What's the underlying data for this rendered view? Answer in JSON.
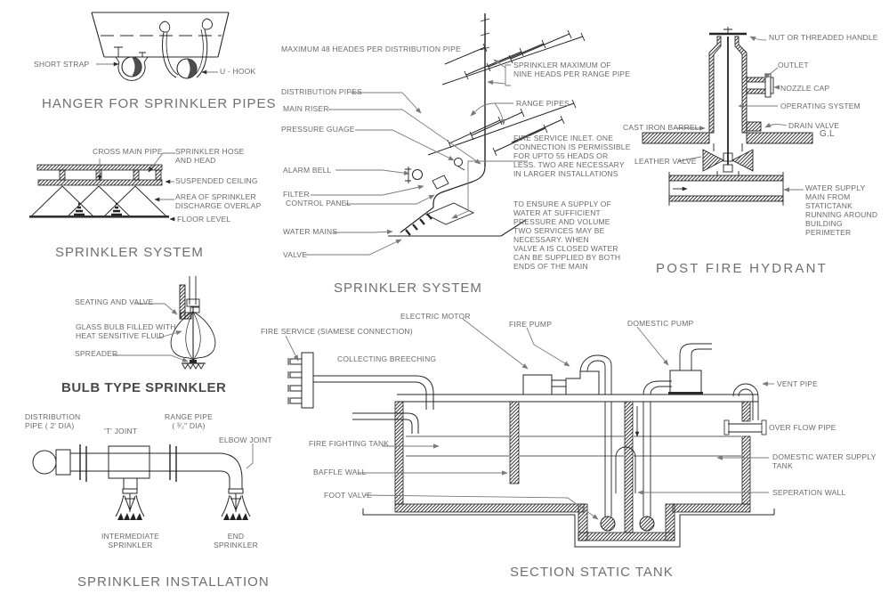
{
  "hanger": {
    "title": "HANGER FOR SPRINKLER PIPES",
    "short_strap": "SHORT STRAP",
    "u_hook": "U - HOOK"
  },
  "sprinkler_section": {
    "title": "SPRINKLER SYSTEM",
    "cross_main": "CROSS MAIN PIPE",
    "hose": "SPRINKLER HOSE\nAND HEAD",
    "ceiling": "SUSPENDED CEILING",
    "overlap": "AREA OF SPRINKLER\nDISCHARGE OVERLAP",
    "floor": "FLOOR LEVEL"
  },
  "riser": {
    "title": "SPRINKLER SYSTEM",
    "max_heads": "MAXIMUM 48 HEADES PER DISTRIBUTION PIPE",
    "distribution": "DISTRIBUTION PIPES",
    "main_riser": "MAIN RISER",
    "pressure": "PRESSURE GUAGE",
    "alarm": "ALARM BELL",
    "filter": "FILTER",
    "control": "CONTROL PANEL",
    "water_mains": "WATER MAINS",
    "valve": "VALVE",
    "nine_heads": "SPRINKLER MAXIMUM OF\nNINE HEADS PER RANGE PIPE",
    "range_pipes": "RANGE PIPES",
    "inlet_note": "FIRE SERVICE INLET. ONE\nCONNECTION  IS  PERMISSIBLE\nFOR  UPTO 55 HEADS OR\nLESS. TWO ARE NECESSARY\nIN LARGER INSTALLATIONS",
    "supply_note": "TO ENSURE A SUPPLY OF\nWATER AT SUFFICIENT\nPRESSURE AND VOLUME\nTWO SERVICES MAY BE\nNECESSARY. WHEN\nVALVE A IS CLOSED WATER\nCAN BE SUPPLIED BY BOTH\nENDS OF THE MAIN"
  },
  "hydrant": {
    "title": "POST FIRE HYDRANT",
    "nut": "NUT OR  THREADED HANDLE",
    "outlet": "OUTLET",
    "nozzle": "NOZZLE CAP",
    "operating": "OPERATING SYSTEM",
    "cast_iron": "CAST IRON BARREL",
    "drain": "DRAIN VALVE",
    "gl": "G.L",
    "leather": "LEATHER VALVE",
    "supply": "WATER SUPPLY\nMAIN  FROM\nSTATICTANK\nRUNNING AROUND\nBUILDING\nPERIMETER"
  },
  "bulb": {
    "title": "BULB TYPE SPRINKLER",
    "seating": "SEATING AND VALVE",
    "glass": "GLASS BULB FILLED WITH\nHEAT SENSITIVE FLUID",
    "spreader": "SPREADER"
  },
  "installation": {
    "title": "SPRINKLER  INSTALLATION",
    "dist_pipe": "DISTRIBUTION\nPIPE ( 2' DIA)",
    "t_joint": "'T' JOINT",
    "range_pipe": "RANGE PIPE\n( ³⁄₂\" DIA)",
    "elbow": "ELBOW JOINT",
    "intermediate": "INTERMEDIATE\nSPRINKLER",
    "end": "END\nSPRINKLER"
  },
  "tank": {
    "title": "SECTION STATIC TANK",
    "fire_service": "FIRE SERVICE (SIAMESE CONNECTION)",
    "electric_motor": "ELECTRIC MOTOR",
    "fire_pump": "FIRE PUMP",
    "domestic_pump": "DOMESTIC PUMP",
    "collecting": "COLLECTING BREECHING",
    "vent": "VENT PIPE",
    "overflow": "OVER FLOW PIPE",
    "fighting_tank": "FIRE FIGHTING TANK",
    "baffle": "BAFFLE WALL",
    "foot_valve": "FOOT VALVE",
    "domestic_supply": "DOMESTIC WATER SUPPLY\nTANK",
    "seperation": "SEPERATION WALL"
  },
  "colors": {
    "line": "#242424",
    "leader": "#7a7a7a",
    "text": "#6a6a6a"
  }
}
